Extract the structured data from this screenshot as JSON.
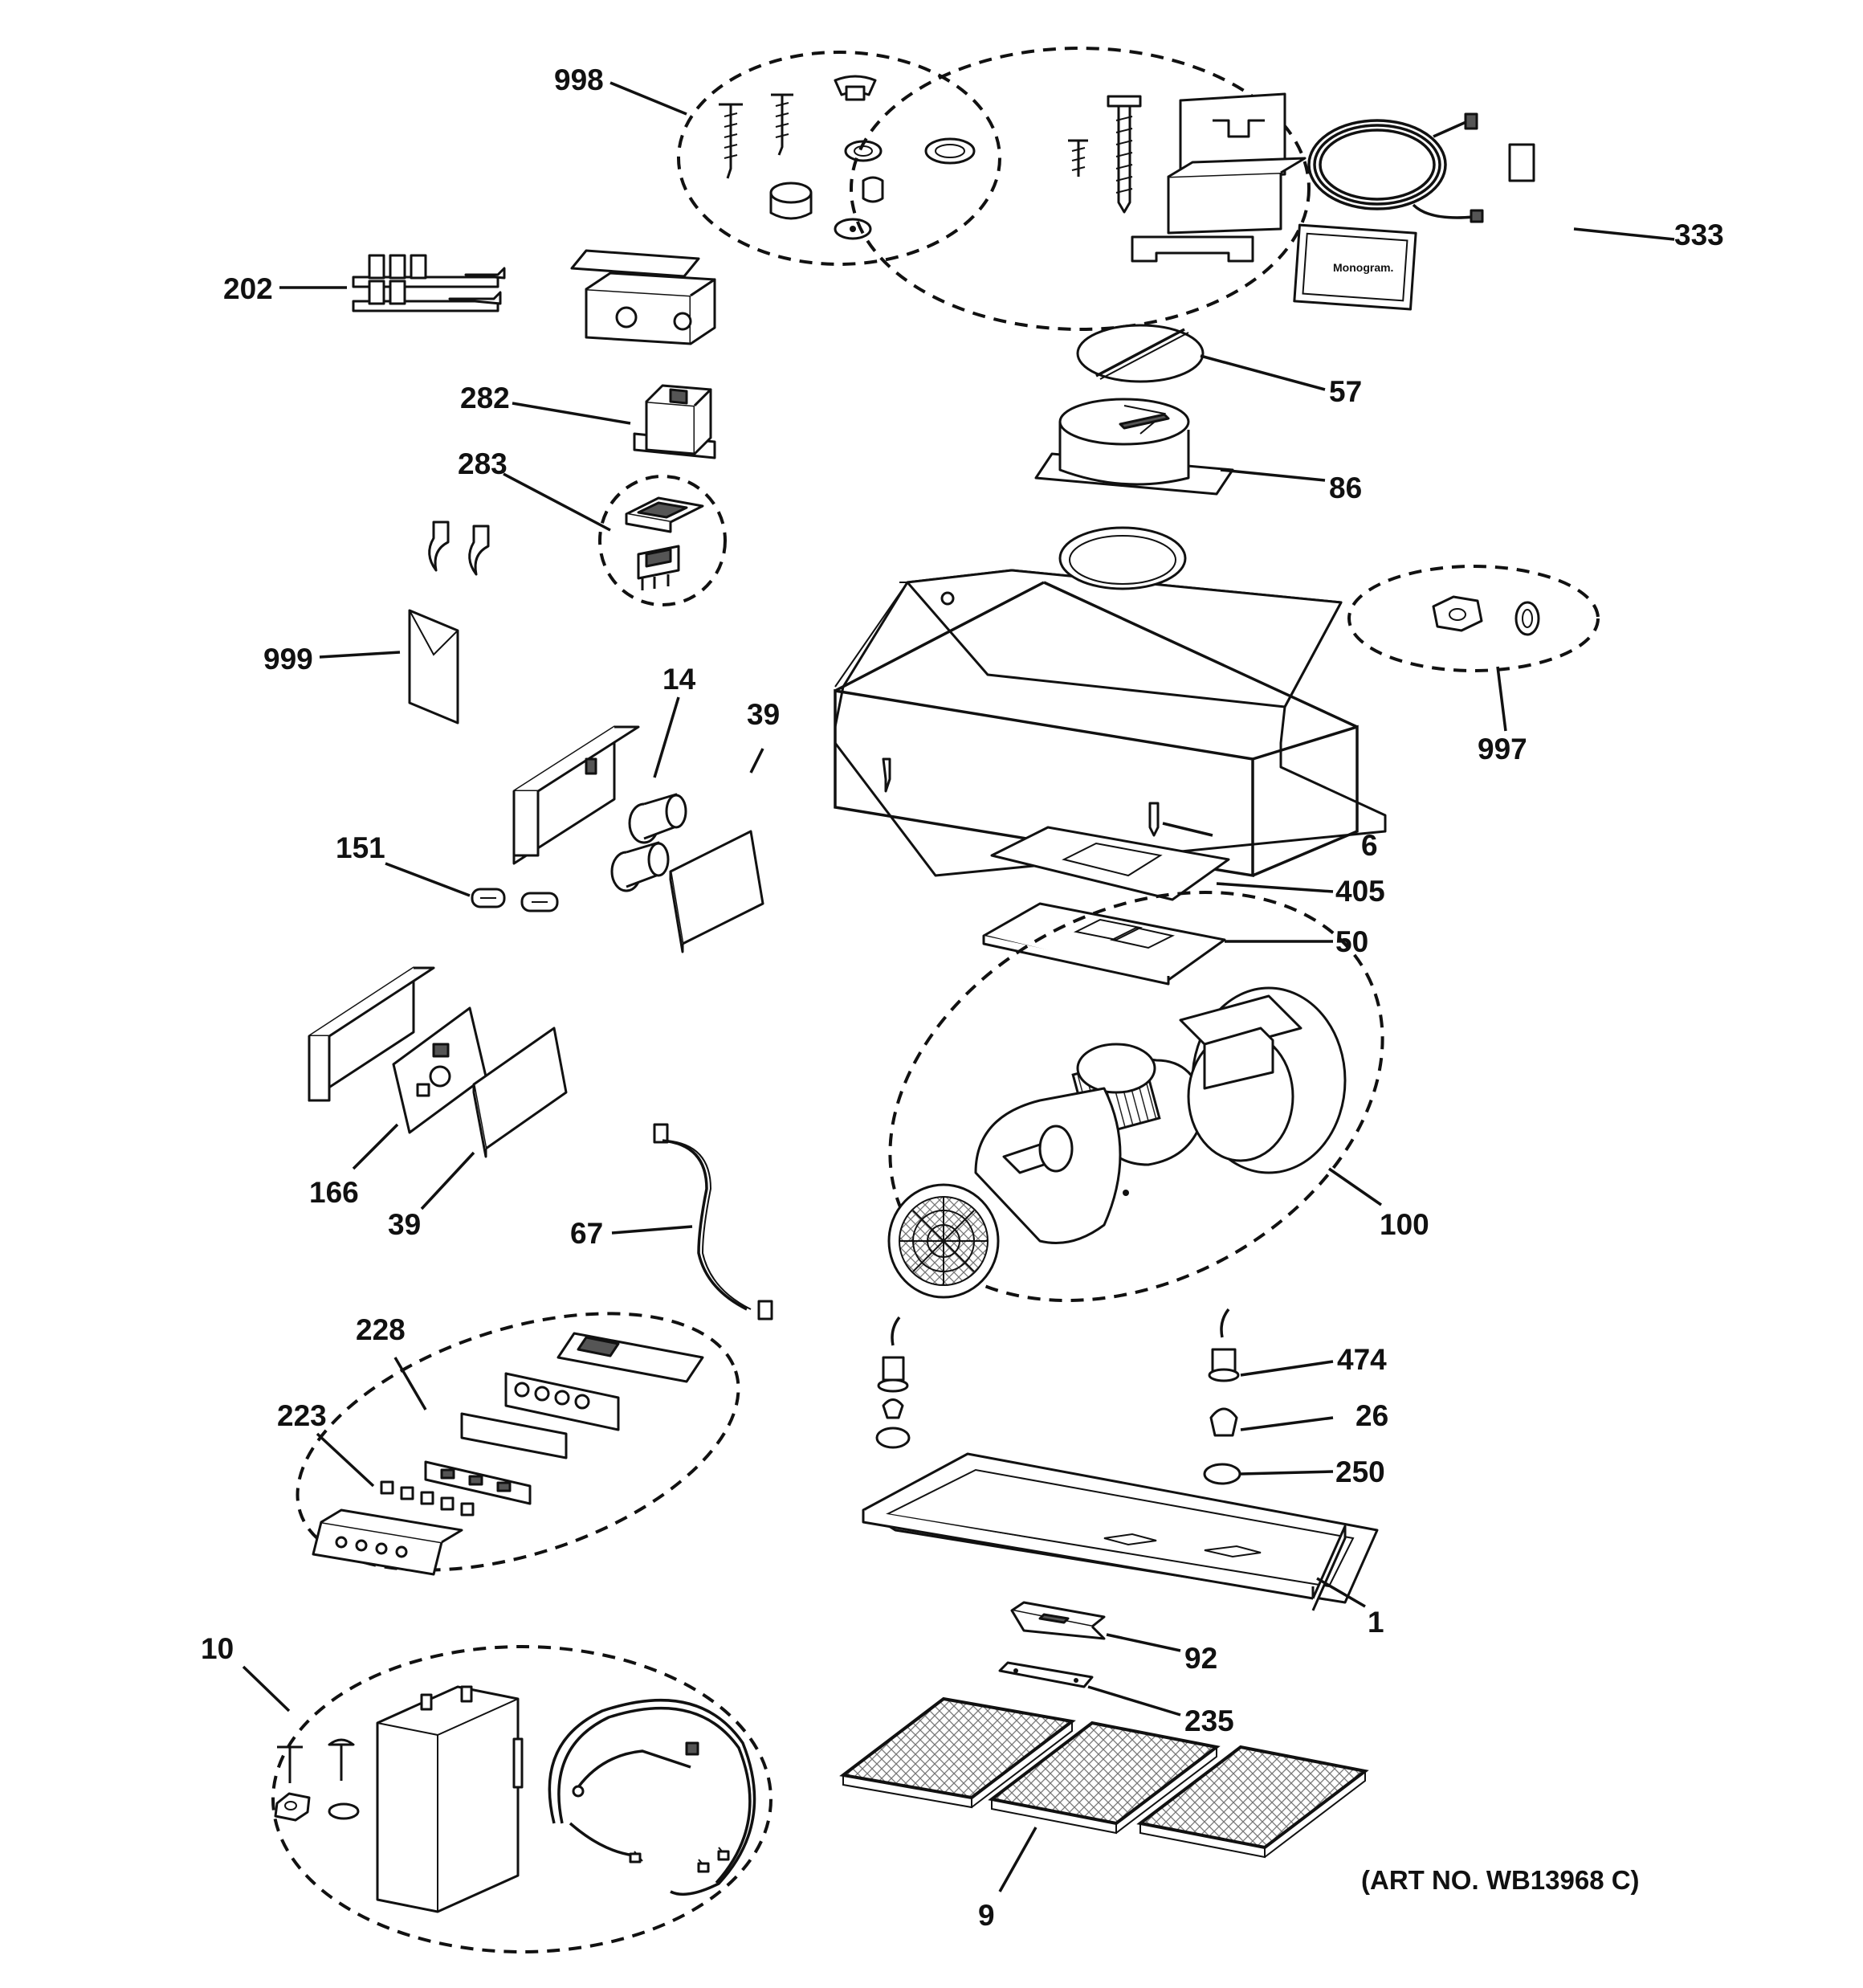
{
  "diagram": {
    "art_number": "(ART NO. WB13968 C)",
    "callouts": {
      "c998": "998",
      "c333": "333",
      "c202": "202",
      "c57": "57",
      "c282": "282",
      "c86": "86",
      "c283": "283",
      "c997": "997",
      "c999": "999",
      "c14": "14",
      "c39a": "39",
      "c6": "6",
      "c151": "151",
      "c405": "405",
      "c50": "50",
      "c166": "166",
      "c39b": "39",
      "c100": "100",
      "c67": "67",
      "c228": "228",
      "c474": "474",
      "c223": "223",
      "c26": "26",
      "c250": "250",
      "c1": "1",
      "c10": "10",
      "c92": "92",
      "c235": "235",
      "c9": "9"
    },
    "logo_text": "Monogram."
  }
}
